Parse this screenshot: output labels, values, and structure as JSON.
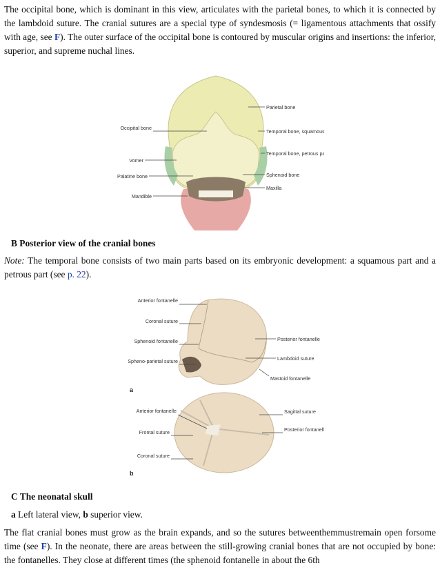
{
  "intro": {
    "part1": "The occipital bone, which is dominant in this view, articulates with the parietal bones, to which it is connected by the lambdoid suture. The cranial sutures are a special type of syndesmosis (= ligamentous attachments that ossify with age, see ",
    "link": "F",
    "part2": "). The outer surface of the occipital bone is contoured by muscular origins and insertions: the inferior, superior, and supreme nuchal lines."
  },
  "figure_b": {
    "labels_left": [
      "Occipital bone",
      "Vomer",
      "Palatine bone",
      "Mandible"
    ],
    "labels_right": [
      "Parietal bone",
      "Temporal bone, squamous part",
      "Temporal bone, petrous part",
      "Sphenoid bone",
      "Maxilla"
    ],
    "heading": "B Posterior view of the cranial bones",
    "note_label": "Note:",
    "note_text": " The temporal bone consists of two main parts based on its embryonic development: a squamous part and a petrous part (see ",
    "note_link": "p. 22",
    "note_end": ")."
  },
  "figure_c": {
    "a": {
      "letter": "a",
      "labels_left": [
        "Anterior fontanelle",
        "Coronal suture",
        "Sphenoid fontanelle",
        "Spheno-parietal suture"
      ],
      "labels_right": [
        "Posterior fontanelle",
        "Lambdoid suture",
        "Mastoid fontanelle"
      ]
    },
    "b": {
      "letter": "b",
      "labels_left": [
        "Anterior fontanelle",
        "Frontal suture",
        "Coronal suture"
      ],
      "labels_right": [
        "Sagittal suture",
        "Posterior fontanelle"
      ]
    },
    "heading": "C The neonatal skull",
    "caption_a": "a",
    "caption_a_text": " Left lateral view, ",
    "caption_b": "b",
    "caption_b_text": " superior view."
  },
  "closing": {
    "part1": "The flat cranial bones must grow as the brain expands, and so the sutures betweenthemmustremain open forsome time (see ",
    "link": "F",
    "part2": "). In the neonate, there are areas between the still-growing cranial bones that are not occupied by bone: the fontanelles. They close at different times (the sphenoid fontanelle in about the 6th"
  },
  "colors": {
    "link": "#1f3fa8",
    "parietal": "#e9e6a8",
    "temporal": "#a8cfa6",
    "occipital": "#f0eec0",
    "mandible": "#e7a9a6",
    "neonate_bone": "#ecdcc4"
  }
}
